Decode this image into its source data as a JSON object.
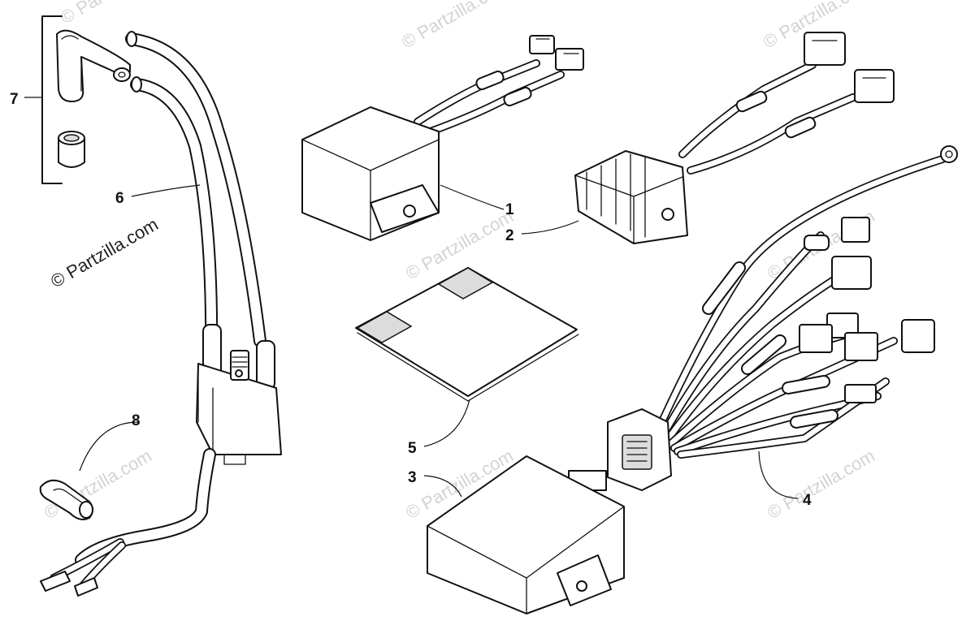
{
  "watermark": {
    "brand_text": "© Partzilla.com",
    "faint_text": "© Partzilla.com"
  },
  "callouts": {
    "c1": "1",
    "c2": "2",
    "c3": "3",
    "c4": "4",
    "c5": "5",
    "c6": "6",
    "c7": "7",
    "c8": "8"
  }
}
